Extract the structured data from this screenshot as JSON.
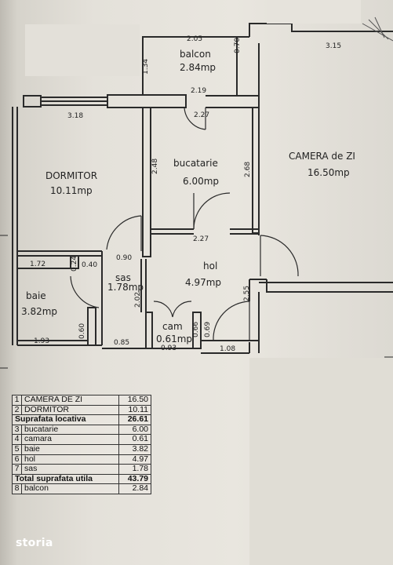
{
  "rooms": {
    "balcon": {
      "name": "balcon",
      "area": "2.84mp"
    },
    "camera_de_zi": {
      "name": "CAMERA de ZI",
      "area": "16.50mp"
    },
    "dormitor": {
      "name": "DORMITOR",
      "area": "10.11mp"
    },
    "bucatarie": {
      "name": "bucatarie",
      "area": "6.00mp"
    },
    "hol": {
      "name": "hol",
      "area": "4.97mp"
    },
    "sas": {
      "name": "sas",
      "area": "1.78mp"
    },
    "baie": {
      "name": "baie",
      "area": "3.82mp"
    },
    "cam": {
      "name": "cam",
      "area": "0.61mp"
    }
  },
  "dimensions": {
    "balcon_top": "2.05",
    "balcon_left": "1.34",
    "balcon_right": "0.70",
    "balcon_bottom": "2.19",
    "camera_top": "3.15",
    "dormitor_top": "3.18",
    "bucatarie_top": "2.27",
    "bucatarie_left": "2.48",
    "bucatarie_right": "2.68",
    "hol_top": "2.27",
    "baie_top": "1.72",
    "baie_024": "0.24",
    "baie_040": "0.40",
    "sas_090": "0.90",
    "hol_202": "2.02",
    "hol_255": "2.55",
    "baie_060": "0.60",
    "baie_bottom": "1.93",
    "sas_bottom": "0.85",
    "cam_bottom": "0.93",
    "cam_066": "0.66",
    "cam_069": "0.69",
    "hol_bottom": "1.08"
  },
  "legend": {
    "rows": [
      {
        "num": "1",
        "name": "CAMERA DE ZI",
        "value": "16.50"
      },
      {
        "num": "2",
        "name": "DORMITOR",
        "value": "10.11"
      },
      {
        "sum": true,
        "name": "Suprafata locativa",
        "value": "26.61"
      },
      {
        "num": "3",
        "name": "bucatarie",
        "value": "6.00"
      },
      {
        "num": "4",
        "name": "camara",
        "value": "0.61"
      },
      {
        "num": "5",
        "name": "baie",
        "value": "3.82"
      },
      {
        "num": "6",
        "name": "hol",
        "value": "4.97"
      },
      {
        "num": "7",
        "name": "sas",
        "value": "1.78"
      },
      {
        "sum": true,
        "name": "Total suprafata utila",
        "value": "43.79"
      },
      {
        "num": "8",
        "name": "balcon",
        "value": "2.84"
      }
    ]
  },
  "watermark": "storia",
  "colors": {
    "wall": "#2a2a2a",
    "paper": "#e9e6df",
    "text": "#222222"
  }
}
